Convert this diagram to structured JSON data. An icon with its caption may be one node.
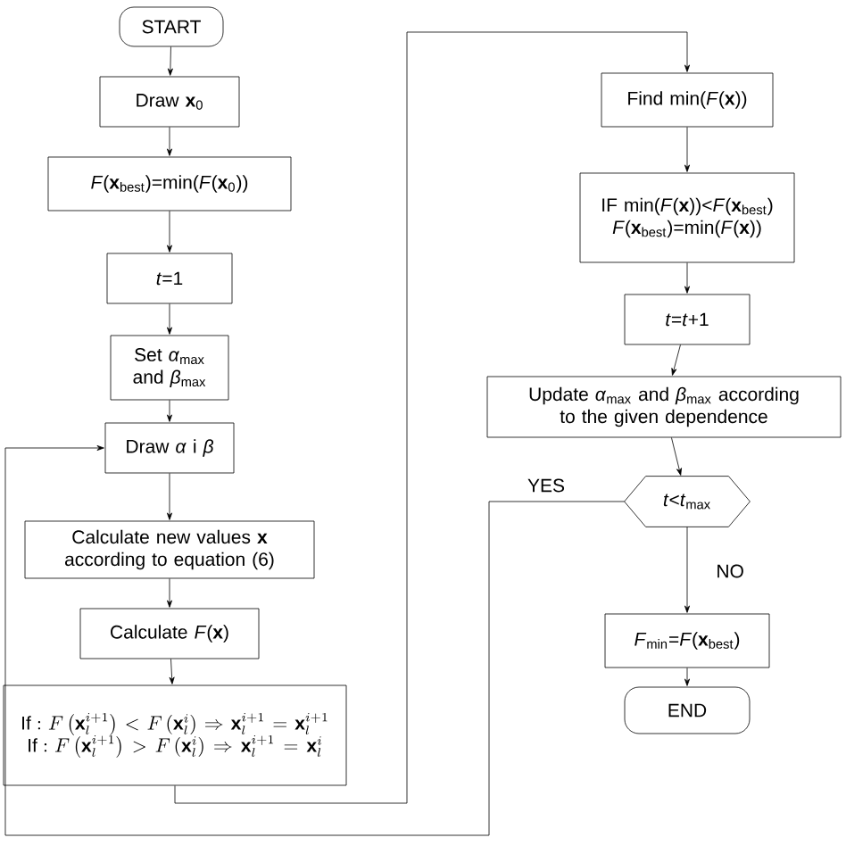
{
  "diagram": {
    "nodes": [
      {
        "text": [
          "START"
        ]
      },
      {
        "text": [
          "Draw **x**$_{0}$"
        ]
      },
      {
        "text": [
          "*F*(**x**$_{best}$)=min(*F*(**x**$_{0}$))"
        ]
      },
      {
        "text": [
          "*t*=1"
        ]
      },
      {
        "text": [
          "Set *α*$_{max}$ and *β*$_{max}$"
        ]
      },
      {
        "text": [
          "Draw *α* i *β*"
        ]
      },
      {
        "text": [
          "Calculate new values **x** according to equation (6)"
        ]
      },
      {
        "text": [
          "Calculate *F*(**x**)"
        ]
      },
      {
        "text": [
          "\\mathrm{If:}\\ F\\left(\\mathbf{x}_l^{i+1}\\right)<F\\left(\\mathbf{x}_l^{i}\\right)\\Rightarrow\\mathbf{x}_l^{i+1}=\\mathbf{x}_l^{i+1}",
          "\\mathrm{If:}\\ F\\left(\\mathbf{x}_l^{i+1}\\right)>F\\left(\\mathbf{x}_l^{i}\\right)\\Rightarrow\\mathbf{x}_l^{i+1}=\\mathbf{x}_l^{i}"
        ]
      },
      {
        "text": [
          "Find min(*F*(**x**))"
        ]
      },
      {
        "text": [
          "IF min(*F*(**x**))<*F*(**x**$_{best}$)",
          "*F*(**x**$_{best}$)=min(*F*(**x**))"
        ]
      },
      {
        "text": [
          "*t*=*t*+1"
        ]
      },
      {
        "text": [
          "Update *α*$_{max}$ and *β*$_{max}$ according to the given dependence"
        ]
      },
      {
        "text": [
          "*t*<*t*$_{max}$"
        ]
      },
      {
        "text": [
          "*F*$_{min}$=*F*(**x**$_{best}$)"
        ]
      },
      {
        "text": [
          "END"
        ]
      }
    ],
    "edges": [
      {
        "from": 0,
        "to": 1,
        "arrow": "to"
      },
      {
        "from": 1,
        "to": 2,
        "arrow": "to"
      },
      {
        "from": 2,
        "to": 3,
        "arrow": "to"
      },
      {
        "from": 3,
        "to": 4,
        "arrow": "to"
      },
      {
        "from": 4,
        "to": 5,
        "arrow": "to"
      },
      {
        "from": 5,
        "to": 6,
        "arrow": "to"
      },
      {
        "from": 6,
        "to": 7,
        "arrow": "to"
      },
      {
        "from": 7,
        "to": 8,
        "arrow": "to"
      },
      {
        "from": 8,
        "to": 9,
        "arrow": "to"
      },
      {
        "from": 9,
        "to": 10,
        "arrow": "to"
      },
      {
        "from": 10,
        "to": 11,
        "arrow": "to"
      },
      {
        "from": 11,
        "to": 12,
        "arrow": "to"
      },
      {
        "from": 12,
        "to": 13,
        "arrow": "to"
      },
      {
        "from": 13,
        "to": 14,
        "label": "NO",
        "arrow": "to"
      },
      {
        "from": 13,
        "to": 5,
        "label": "YES",
        "arrow": "to"
      },
      {
        "from": 14,
        "to": 15,
        "arrow": "to"
      }
    ]
  }
}
